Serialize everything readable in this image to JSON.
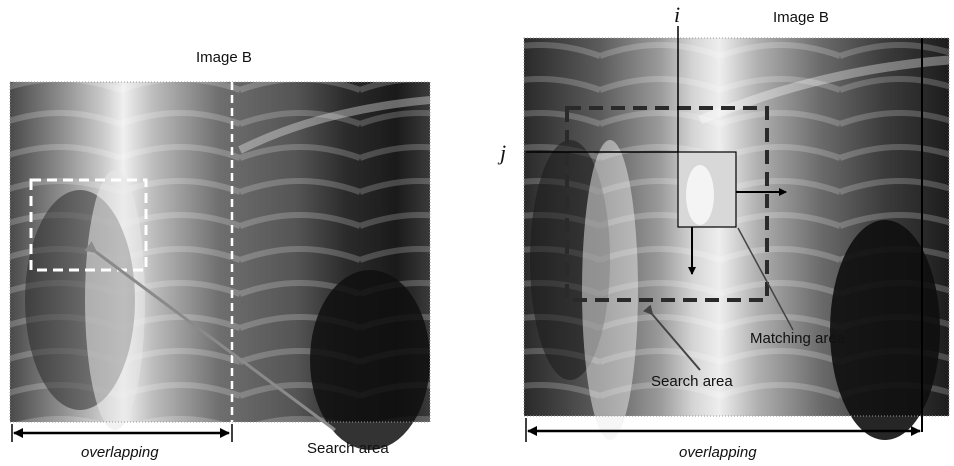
{
  "left_panel": {
    "image_label": "Image B",
    "callout_label": "Search area",
    "span_label": "overlapping"
  },
  "right_panel": {
    "image_label": "Image B",
    "col_index_label": "i",
    "row_index_label": "j",
    "matching_label": "Matching area",
    "search_label": "Search area",
    "span_label": "overlapping"
  },
  "colors": {
    "xray_dark": "#151515",
    "xray_light": "#e8e8e8",
    "dashed_white": "#ffffff",
    "dashed_dark": "#2a2a2a",
    "arrow_grey": "#8a8a8a",
    "arrow_black": "#000000"
  }
}
